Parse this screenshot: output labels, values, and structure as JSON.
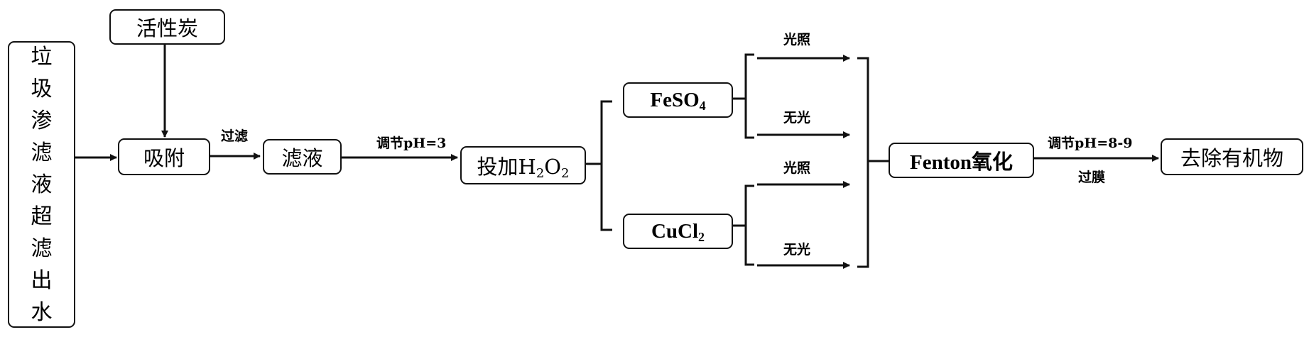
{
  "nodes": {
    "leachate": [
      "垃",
      "圾",
      "渗",
      "滤",
      "液",
      "超",
      "滤",
      "出",
      "水"
    ],
    "activated_carbon": "活性炭",
    "adsorption": "吸附",
    "filtrate": "滤液",
    "add_h2o2": {
      "prefix": "投加H",
      "sub1": "2",
      "mid": "O",
      "sub2": "2"
    },
    "feso4": {
      "main": "FeSO",
      "sub": "4"
    },
    "cucl2": {
      "main": "CuCl",
      "sub": "2"
    },
    "fenton": "Fenton氧化",
    "remove_organics": "去除有机物"
  },
  "edge_labels": {
    "filter": "过滤",
    "adjust_ph3": "调节pH=3",
    "light_top": "光照",
    "dark_top": "无光",
    "light_bottom": "光照",
    "dark_bottom": "无光",
    "adjust_ph89": "调节pH=8-9",
    "membrane": "过膜"
  },
  "colors": {
    "stroke": "#111111",
    "background": "#ffffff"
  }
}
